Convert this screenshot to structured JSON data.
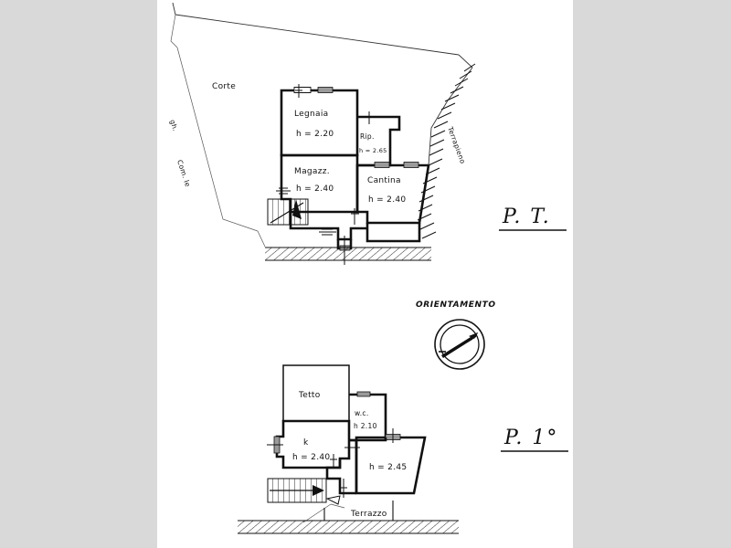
{
  "document": {
    "type": "architectural-floor-plan",
    "language": "it",
    "page_background": "#d9d9d9",
    "sheet_background": "#ffffff"
  },
  "ground_floor": {
    "floor_label": "P. T.",
    "site": {
      "courtyard_label": "Corte",
      "boundary_label_line1": "gh.",
      "boundary_label_line2": "Com. le",
      "embankment_label": "Terrapieno"
    },
    "rooms": [
      {
        "name": "Legnaia",
        "height": "h = 2.20"
      },
      {
        "name": "Magazz.",
        "height": "h = 2.40"
      },
      {
        "name": "Rip.",
        "height": "h = 2.65"
      },
      {
        "name": "Cantina",
        "height": "h = 2.40"
      }
    ]
  },
  "orientation": {
    "title": "ORIENTAMENTO",
    "compass": "compass-rose-icon"
  },
  "first_floor": {
    "floor_label": "P. 1°",
    "rooms": [
      {
        "name": "Tetto",
        "height": ""
      },
      {
        "name": "w.c.",
        "height": "h 2.10"
      },
      {
        "name": "k",
        "height": "h = 2.40"
      },
      {
        "name": "",
        "height": "h = 2.45"
      }
    ],
    "terrace_label": "Terrazzo"
  }
}
